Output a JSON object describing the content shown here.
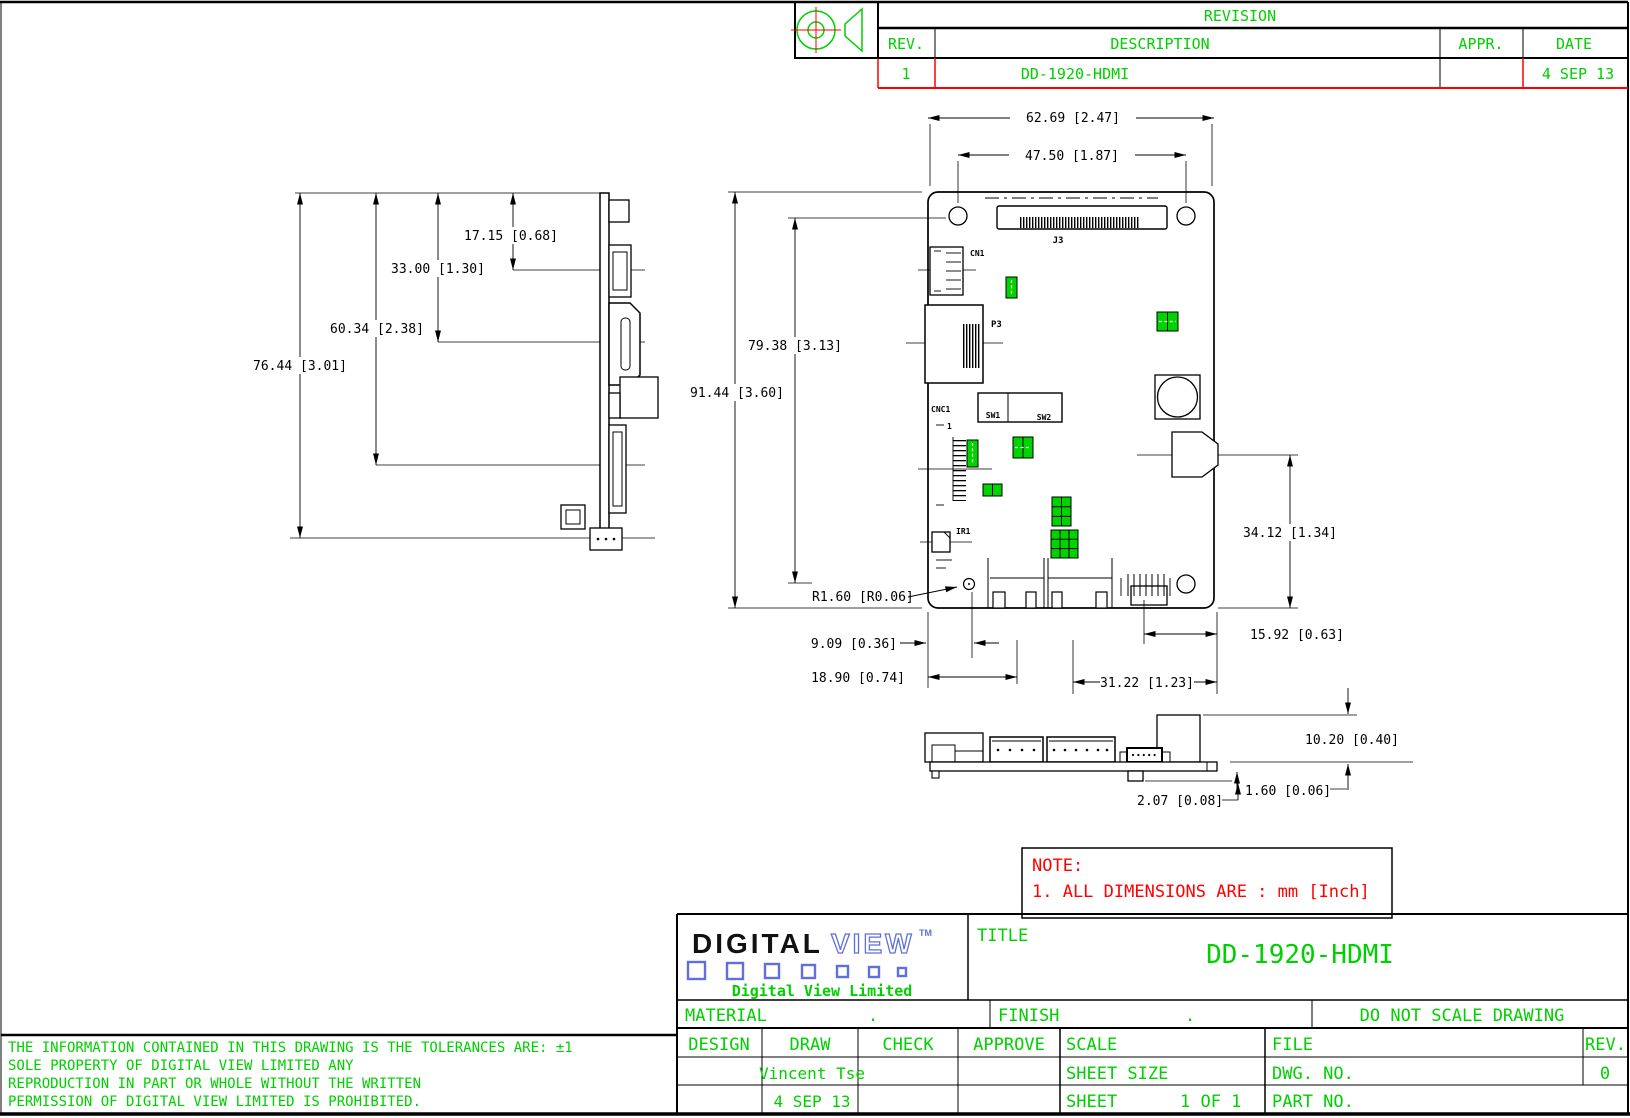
{
  "sheet": {
    "colors": {
      "green": "#00cf00",
      "red": "#ff0000",
      "blue": "#5f6fe0",
      "cgreen": "#00d400"
    },
    "revision": {
      "title": "REVISION",
      "rev_h": "REV.",
      "desc_h": "DESCRIPTION",
      "appr_h": "APPR.",
      "date_h": "DATE",
      "row_rev": "1",
      "row_desc": "DD-1920-HDMI",
      "row_appr": "",
      "row_date": "4 SEP 13"
    },
    "dims": {
      "d6269": "62.69 [2.47]",
      "d4750": "47.50 [1.87]",
      "d1715": "17.15 [0.68]",
      "d3300": "33.00 [1.30]",
      "d6034": "60.34 [2.38]",
      "d7644": "76.44 [3.01]",
      "d9144": "91.44 [3.60]",
      "d7938": "79.38 [3.13]",
      "r160": "R1.60 [R0.06]",
      "d3412": "34.12 [1.34]",
      "d909": "9.09 [0.36]",
      "d1890": "18.90 [0.74]",
      "d3122": "31.22 [1.23]",
      "d1592": "15.92 [0.63]",
      "d1020": "10.20 [0.40]",
      "d207": "2.07 [0.08]",
      "d160": "1.60 [0.06]"
    },
    "labels": {
      "j3": "J3",
      "cn1": "CN1",
      "p3": "P3",
      "cnc1": "CNC1",
      "sw1": "SW1",
      "sw2": "SW2",
      "ir1": "IR1",
      "pin1": "1"
    },
    "note": {
      "title": "NOTE:",
      "line1": "1. ALL DIMENSIONS ARE : mm [Inch]"
    },
    "logo": {
      "digital": "DIGITAL",
      "view": "VIEW",
      "tm": "TM",
      "subtitle": "Digital View Limited"
    },
    "titleblock": {
      "title_label": "TITLE",
      "title": "DD-1920-HDMI",
      "material_label": "MATERIAL",
      "material_value": ".",
      "finish_label": "FINISH",
      "finish_value": ".",
      "do_not_scale": "DO NOT SCALE DRAWING",
      "design": "DESIGN",
      "draw": "DRAW",
      "check": "CHECK",
      "approve": "APPROVE",
      "scale": "SCALE",
      "file": "FILE",
      "rev": "REV.",
      "rev_value": "0",
      "draw_name": "Vincent Tse",
      "draw_date": "4 SEP 13",
      "sheet_size": "SHEET SIZE",
      "dwg_no": "DWG. NO.",
      "sheet": "SHEET",
      "sheet_value": "1 OF 1",
      "part_no": "PART NO."
    },
    "disclaimer": {
      "line1": "THE INFORMATION CONTAINED IN THIS DRAWING IS THE TOLERANCES ARE: ±1",
      "line2": "SOLE PROPERTY OF DIGITAL VIEW LIMITED ANY",
      "line3": "REPRODUCTION IN PART OR WHOLE WITHOUT THE WRITTEN",
      "line4": "PERMISSION OF DIGITAL VIEW LIMITED IS PROHIBITED."
    }
  }
}
